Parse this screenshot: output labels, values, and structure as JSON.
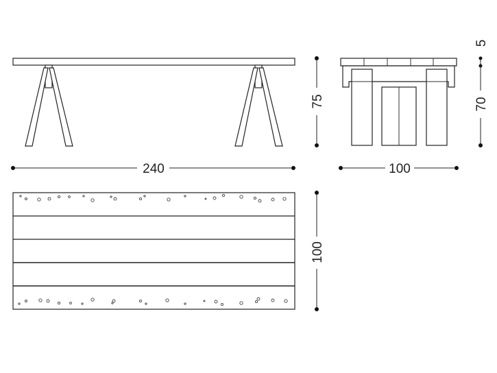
{
  "dimensions": {
    "front_length": "240",
    "front_height": "75",
    "side_depth": "100",
    "side_top_thickness": "5",
    "side_leg_height": "70",
    "plan_depth": "100"
  },
  "colors": {
    "line": "#222222",
    "background": "#ffffff"
  }
}
